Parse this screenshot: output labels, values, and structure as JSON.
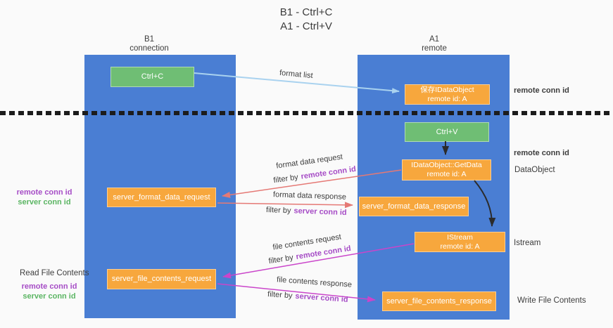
{
  "title": {
    "line1": "B1 - Ctrl+C",
    "line2": "A1 - Ctrl+V"
  },
  "left_column": {
    "header1": "B1",
    "header2": "connection"
  },
  "right_column": {
    "header1": "A1",
    "header2": "remote"
  },
  "boxes": {
    "ctrl_c": "Ctrl+C",
    "ctrl_v": "Ctrl+V",
    "save_dataobject_l1": "保存IDataObject",
    "save_dataobject_l2": "remote id: A",
    "getdata_l1": "IDataObject::GetData",
    "getdata_l2": "remote id: A",
    "istream_l1": "IStream",
    "istream_l2": "remote id: A",
    "format_request": "server_format_data_request",
    "format_response": "server_format_data_response",
    "file_request": "server_file_contents_request",
    "file_response": "server_file_contents_response"
  },
  "arrows": {
    "format_list": "format list",
    "format_data_request": "format data request",
    "format_data_response": "format data response",
    "file_contents_request": "file contents request",
    "file_contents_response": "file contents response",
    "filter_by": "filter by",
    "remote_conn_id": "remote conn id",
    "server_conn_id": "server conn id"
  },
  "annotations": {
    "remote_conn_id_top": "remote conn id",
    "remote_conn_id_mid": "remote conn id",
    "dataobject": "DataObject",
    "istream": "Istream",
    "read_file_contents": "Read File Contents",
    "write_file_contents": "Write File Contents",
    "left_remote_conn_id_1": "remote conn id",
    "left_server_conn_id_1": "server conn id",
    "left_remote_conn_id_2": "remote conn id",
    "left_server_conn_id_2": "server conn id"
  },
  "colors": {
    "column_blue": "#4a7ed3",
    "box_orange": "#f7a73d",
    "box_green": "#6fbe74",
    "arrow_red": "#e57975",
    "arrow_magenta": "#ca45ca",
    "arrow_lightblue": "#a9d2ef",
    "arrow_black": "#2b2b2b",
    "separator_black": "#1c1c1c",
    "label_purple": "#a64cc6",
    "label_green": "#5bb563",
    "text_dark": "#3d3d3d",
    "background": "#fafafa"
  }
}
